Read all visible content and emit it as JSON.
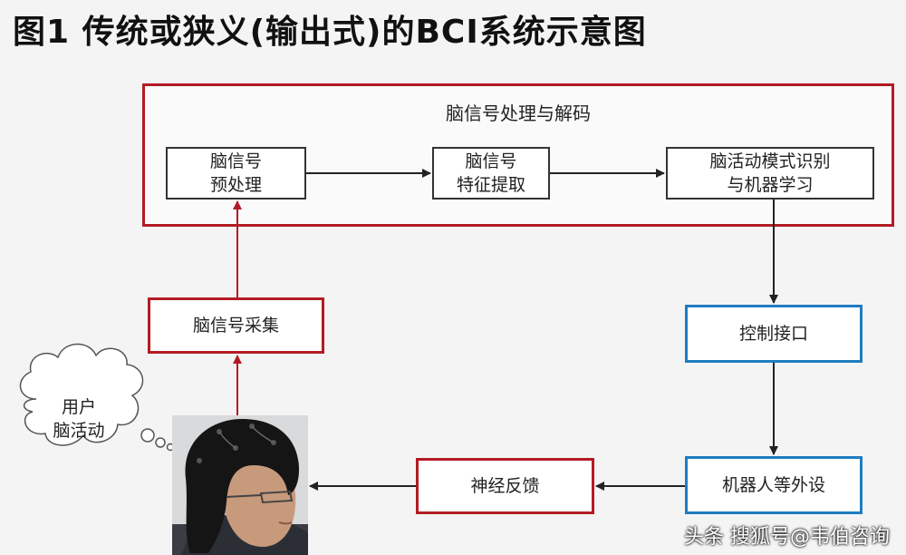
{
  "title": "图1 传统或狭义(输出式)的BCI系统示意图",
  "frame": {
    "title": "脑信号处理与解码"
  },
  "boxes": {
    "preprocess": {
      "line1": "脑信号",
      "line2": "预处理"
    },
    "feature": {
      "line1": "脑信号",
      "line2": "特征提取"
    },
    "recognition": {
      "line1": "脑活动模式识别",
      "line2": "与机器学习"
    },
    "acquisition": {
      "label": "脑信号采集"
    },
    "control": {
      "label": "控制接口"
    },
    "robot": {
      "label": "机器人等外设"
    },
    "feedback": {
      "label": "神经反馈"
    }
  },
  "cloud": {
    "line1": "用户",
    "line2": "脑活动"
  },
  "watermark": "头条 搜狐号@韦伯咨询",
  "colors": {
    "red": "#b31b24",
    "blue": "#1e7dbf",
    "black": "#333333"
  }
}
